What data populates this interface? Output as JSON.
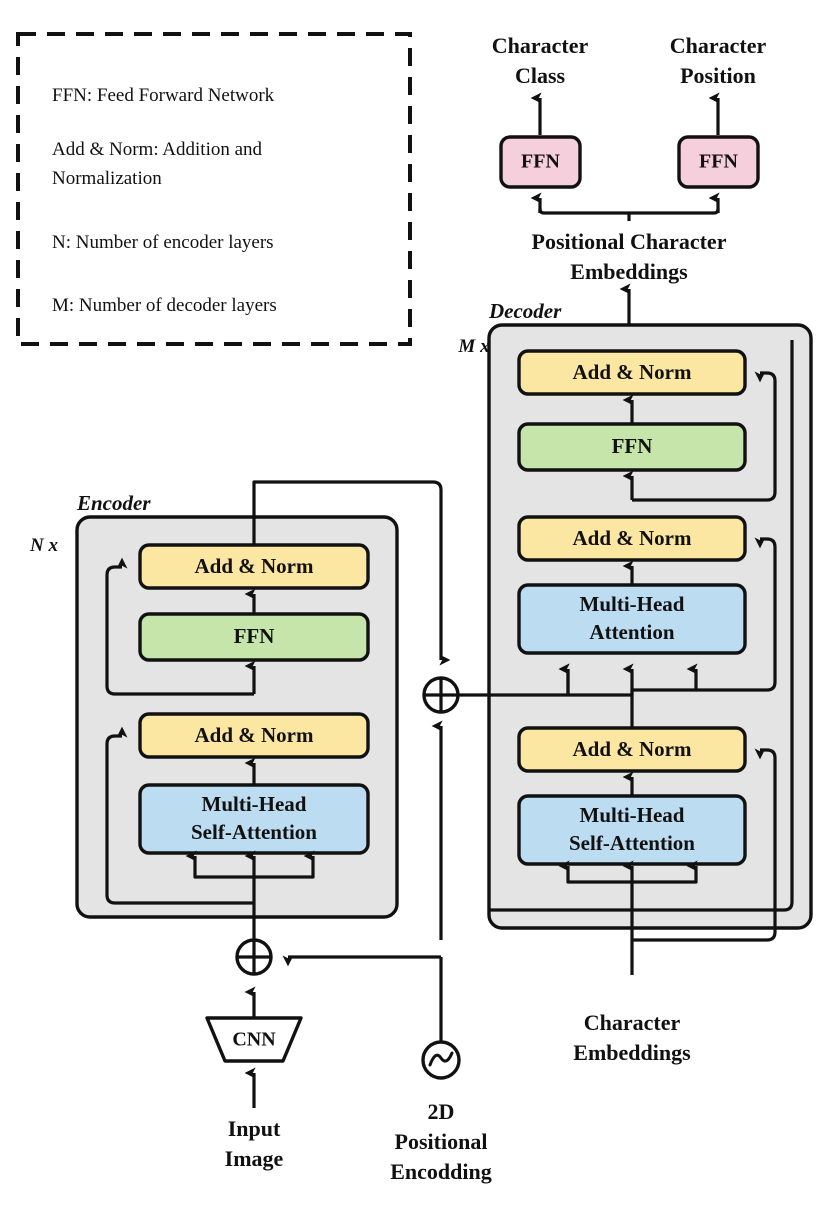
{
  "figure": {
    "type": "architecture-diagram",
    "title": "Transformer encoder-decoder architecture for character recognition"
  },
  "legend": {
    "name": "legend-panel",
    "border_style": "dashed",
    "entries": [
      "FFN: Feed Forward Network",
      "Add & Norm: Addition and",
      "Normalization",
      "N: Number of encoder layers",
      "M: Number of decoder layers"
    ]
  },
  "colors": {
    "add_norm": "#fbe6a2",
    "ffn_green": "#c5e5ab",
    "attention_blue": "#bcdcf2",
    "ffn_pink": "#f5cfdc",
    "container_grey": "#e4e4e4",
    "stroke": "#111111",
    "background": "#ffffff"
  },
  "outputs": {
    "left_head": {
      "label_line1": "Character",
      "label_line2": "Class",
      "block_label": "FFN"
    },
    "right_head": {
      "label_line1": "Character",
      "label_line2": "Position",
      "block_label": "FFN"
    },
    "junction_label_line1": "Positional Character",
    "junction_label_line2": "Embeddings"
  },
  "encoder": {
    "title": "Encoder",
    "repeat_label": "N x",
    "blocks": [
      {
        "id": "enc-add-norm-2",
        "label": "Add & Norm",
        "color": "#fbe6a2"
      },
      {
        "id": "enc-ffn",
        "label": "FFN",
        "color": "#c5e5ab"
      },
      {
        "id": "enc-add-norm-1",
        "label": "Add & Norm",
        "color": "#fbe6a2"
      },
      {
        "id": "enc-self-attention",
        "label_line1": "Multi-Head",
        "label_line2": "Self-Attention",
        "color": "#bcdcf2"
      }
    ]
  },
  "decoder": {
    "title": "Decoder",
    "repeat_label": "M x",
    "blocks": [
      {
        "id": "dec-add-norm-3",
        "label": "Add & Norm",
        "color": "#fbe6a2"
      },
      {
        "id": "dec-ffn",
        "label": "FFN",
        "color": "#c5e5ab"
      },
      {
        "id": "dec-add-norm-2",
        "label": "Add & Norm",
        "color": "#fbe6a2"
      },
      {
        "id": "dec-cross-attention",
        "label_line1": "Multi-Head",
        "label_line2": "Attention",
        "color": "#bcdcf2"
      },
      {
        "id": "dec-add-norm-1",
        "label": "Add & Norm",
        "color": "#fbe6a2"
      },
      {
        "id": "dec-self-attention",
        "label_line1": "Multi-Head",
        "label_line2": "Self-Attention",
        "color": "#bcdcf2"
      }
    ]
  },
  "inputs": {
    "cnn_label": "CNN",
    "image_label_line1": "Input",
    "image_label_line2": "Image",
    "positional_label_line1": "2D",
    "positional_label_line2": "Positional",
    "positional_label_line3": "Encodding",
    "positional_icon": "sine-wave-circle-icon",
    "char_embed_label_line1": "Character",
    "char_embed_label_line2": "Embeddings",
    "sum_operator": "⊕"
  }
}
